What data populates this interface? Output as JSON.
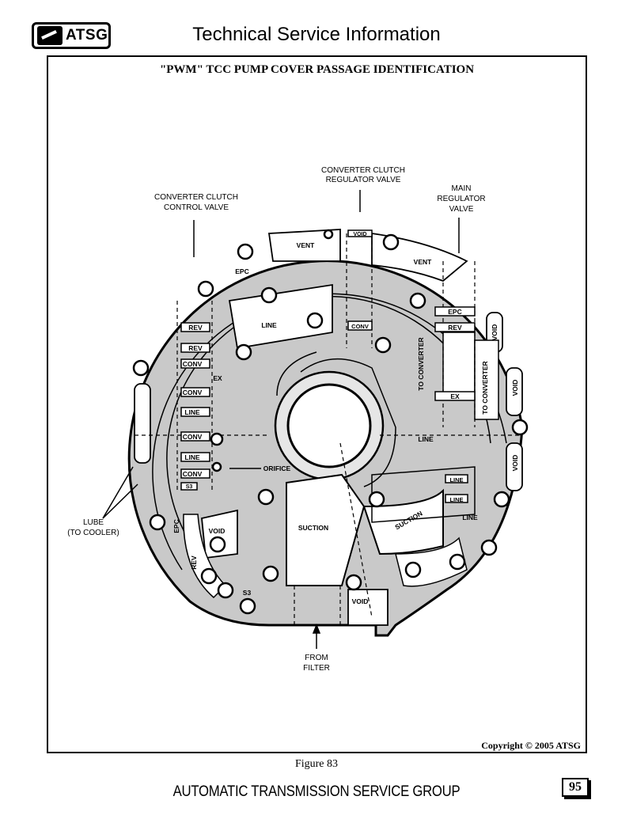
{
  "header": {
    "logo_text": "ATSG",
    "title": "Technical Service Information"
  },
  "figure": {
    "title": "\"PWM\" TCC PUMP COVER PASSAGE IDENTIFICATION",
    "caption": "Figure 83",
    "copyright": "Copyright © 2005 ATSG"
  },
  "callouts": {
    "cc_regulator": [
      "CONVERTER CLUTCH",
      "REGULATOR VALVE"
    ],
    "cc_control": [
      "CONVERTER CLUTCH",
      "CONTROL VALVE"
    ],
    "main_regulator": [
      "MAIN",
      "REGULATOR",
      "VALVE"
    ],
    "lube": [
      "LUBE",
      "(TO COOLER)"
    ],
    "from_filter": [
      "FROM",
      "FILTER"
    ]
  },
  "passages": {
    "void_top": "VOID",
    "vent1": "VENT",
    "vent2": "VENT",
    "epc_top": "EPC",
    "line_upper": "LINE",
    "conv_center": "CONV",
    "epc_right": "EPC",
    "rev_right": "REV",
    "void_right1": "VOID",
    "to_converter1": "TO CONVERTER",
    "to_converter2": "TO CONVERTER",
    "ex_right": "EX",
    "void_right2": "VOID",
    "line_right": "LINE",
    "void_right3": "VOID",
    "line_r1": "LINE",
    "line_r2": "LINE",
    "line_lower_right": "LINE",
    "suction_right": "SUCTION",
    "suction_center": "SUCTION",
    "orifice": "ORIFICE",
    "rev1": "REV",
    "rev2": "REV",
    "conv1": "CONV",
    "ex_left": "EX",
    "conv2": "CONV",
    "line1": "LINE",
    "conv3": "CONV",
    "line2": "LINE",
    "conv4": "CONV",
    "s3_left": "S3",
    "epc_left": "EPC",
    "void_left": "VOID",
    "rev_left": "REV",
    "s3_bottom": "S3",
    "void_bottom": "VOID"
  },
  "footer": {
    "org": "AUTOMATIC TRANSMISSION SERVICE GROUP",
    "page": "95"
  }
}
